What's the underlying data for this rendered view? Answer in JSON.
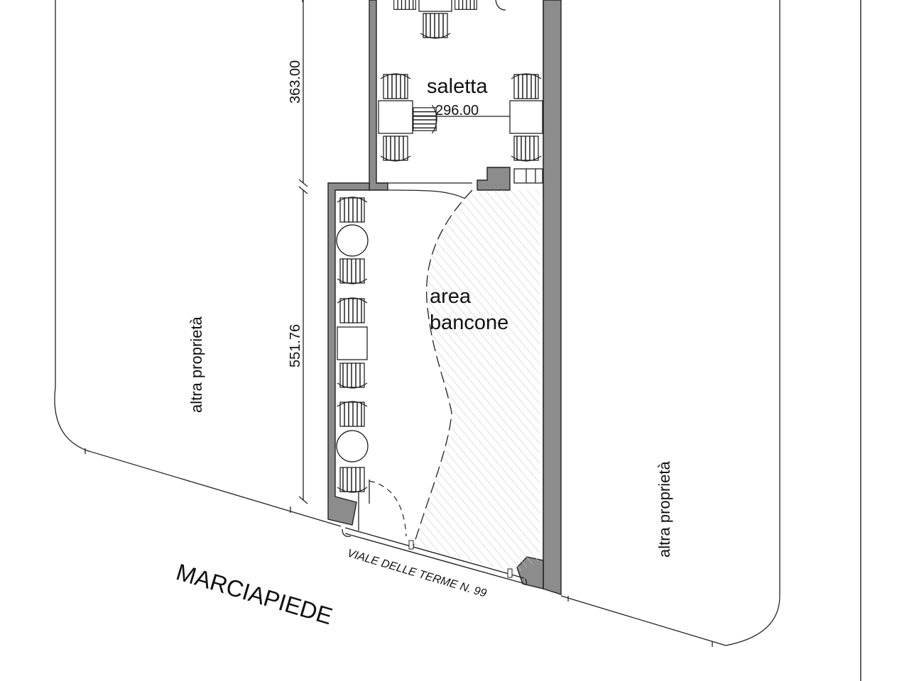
{
  "rooms": {
    "saletta": "saletta",
    "area_bancone": [
      "area",
      "bancone"
    ]
  },
  "dimensions": {
    "saletta_width": "296.00",
    "upper_length": "363.00",
    "lower_length": "551.76"
  },
  "neighbors": {
    "left": "altra proprietà",
    "right": "altra proprietà"
  },
  "street": {
    "sidewalk": "MARCIAPIEDE",
    "address": "VIALE DELLE TERME N. 99"
  },
  "colors": {
    "wall_fill": "#8c8c8c",
    "line": "#222222",
    "hatch": "#c8c8c8"
  }
}
